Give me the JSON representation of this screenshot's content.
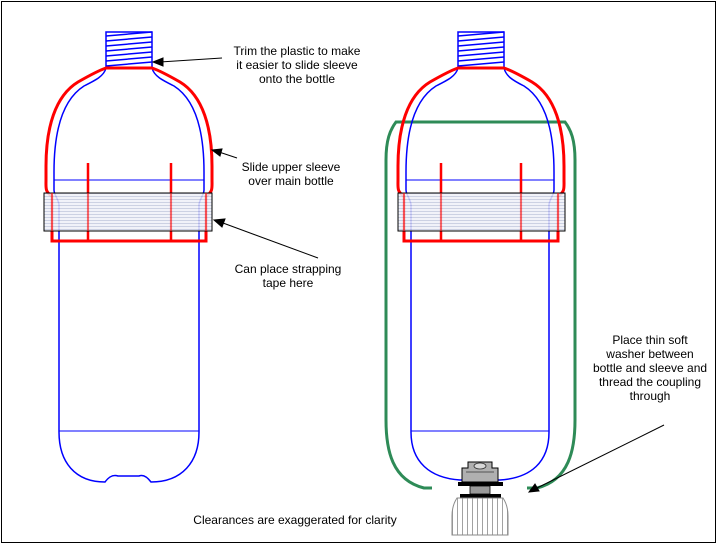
{
  "annotations": {
    "trim": "Trim the plastic to make\nit easier to slide sleeve\nonto the bottle",
    "slide": "Slide upper sleeve\nover main bottle",
    "tape": "Can place strapping\ntape here",
    "washer": "Place thin soft\nwasher between\nbottle and sleeve and\nthread the coupling\nthrough",
    "footer": "Clearances are exaggerated for clarity"
  },
  "colors": {
    "bottle": "#0000ff",
    "sleeve": "#ff0000",
    "outer_sleeve": "#2e8b57",
    "tape_band": "#cfd4e6",
    "line": "#000000"
  }
}
